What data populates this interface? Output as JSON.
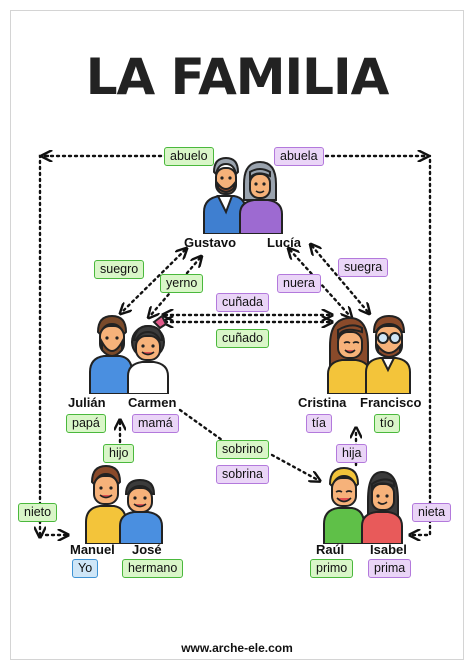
{
  "title": "LA FAMILIA",
  "footer": "www.arche-ele.com",
  "people": {
    "gustavo": "Gustavo",
    "lucia": "Lucía",
    "julian": "Julián",
    "carmen": "Carmen",
    "cristina": "Cristina",
    "francisco": "Francisco",
    "manuel": "Manuel",
    "jose": "José",
    "raul": "Raúl",
    "isabel": "Isabel"
  },
  "tags": {
    "abuelo": "abuelo",
    "abuela": "abuela",
    "suegro": "suegro",
    "yerno": "yerno",
    "nuera": "nuera",
    "suegra": "suegra",
    "cunada_top": "cuñada",
    "cunado": "cuñado",
    "papa": "papá",
    "mama": "mamá",
    "tia": "tía",
    "tio": "tío",
    "hijo": "hijo",
    "hija": "hija",
    "sobrino": "sobrino",
    "sobrina": "sobrina",
    "nieto": "nieto",
    "nieta": "nieta",
    "yo": "Yo",
    "hermano": "hermano",
    "primo": "primo",
    "prima": "prima"
  },
  "colors": {
    "green_fill": "#d9f6c8",
    "green_border": "#4ab83c",
    "purple_fill": "#ead5f7",
    "purple_border": "#b379dc",
    "blue_fill": "#cfe6f7",
    "blue_border": "#3f93d4"
  },
  "icons": [
    "grandparents-icon",
    "parents-couple-icon",
    "uncle-aunt-couple-icon",
    "brothers-icon",
    "cousins-icon"
  ]
}
